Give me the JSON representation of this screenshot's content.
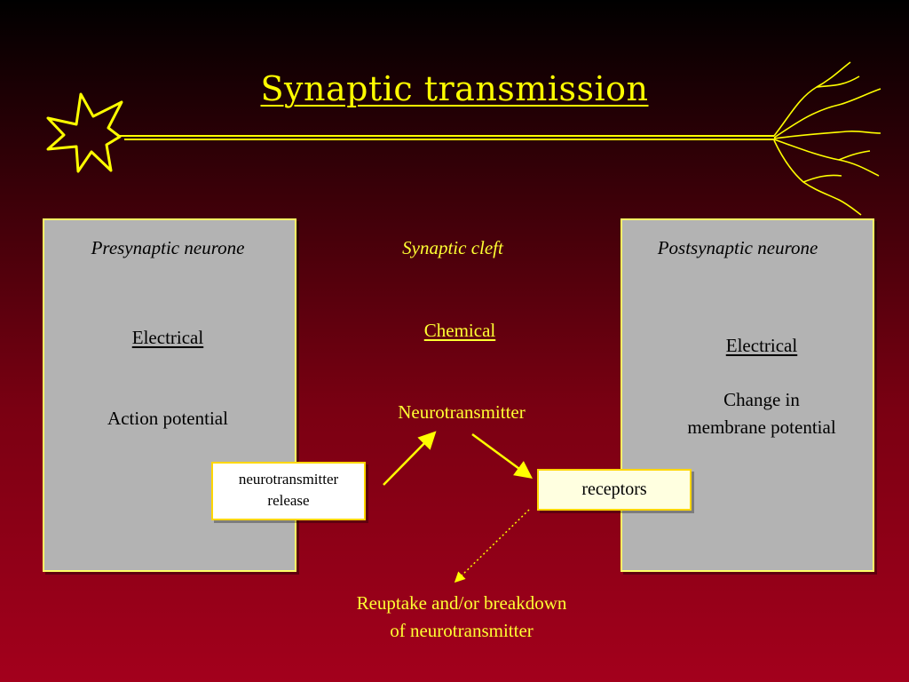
{
  "title": "Synaptic transmission",
  "presynaptic": {
    "heading": "Presynaptic neurone",
    "type": "Electrical",
    "signal": "Action potential"
  },
  "cleft": {
    "heading": "Synaptic cleft",
    "type": "Chemical",
    "messenger": "Neurotransmitter"
  },
  "postsynaptic": {
    "heading": "Postsynaptic neurone",
    "type": "Electrical",
    "effect_line1": "Change in",
    "effect_line2": "membrane potential"
  },
  "release_box": {
    "line1": "neurotransmitter",
    "line2": "release"
  },
  "receptors_box": {
    "label": "receptors"
  },
  "reuptake": {
    "line1": "Reuptake and/or breakdown",
    "line2": "of neurotransmitter"
  },
  "colors": {
    "accent": "#ffff00",
    "panel": "#b3b3b3",
    "background_bottom": "#a3001c"
  }
}
